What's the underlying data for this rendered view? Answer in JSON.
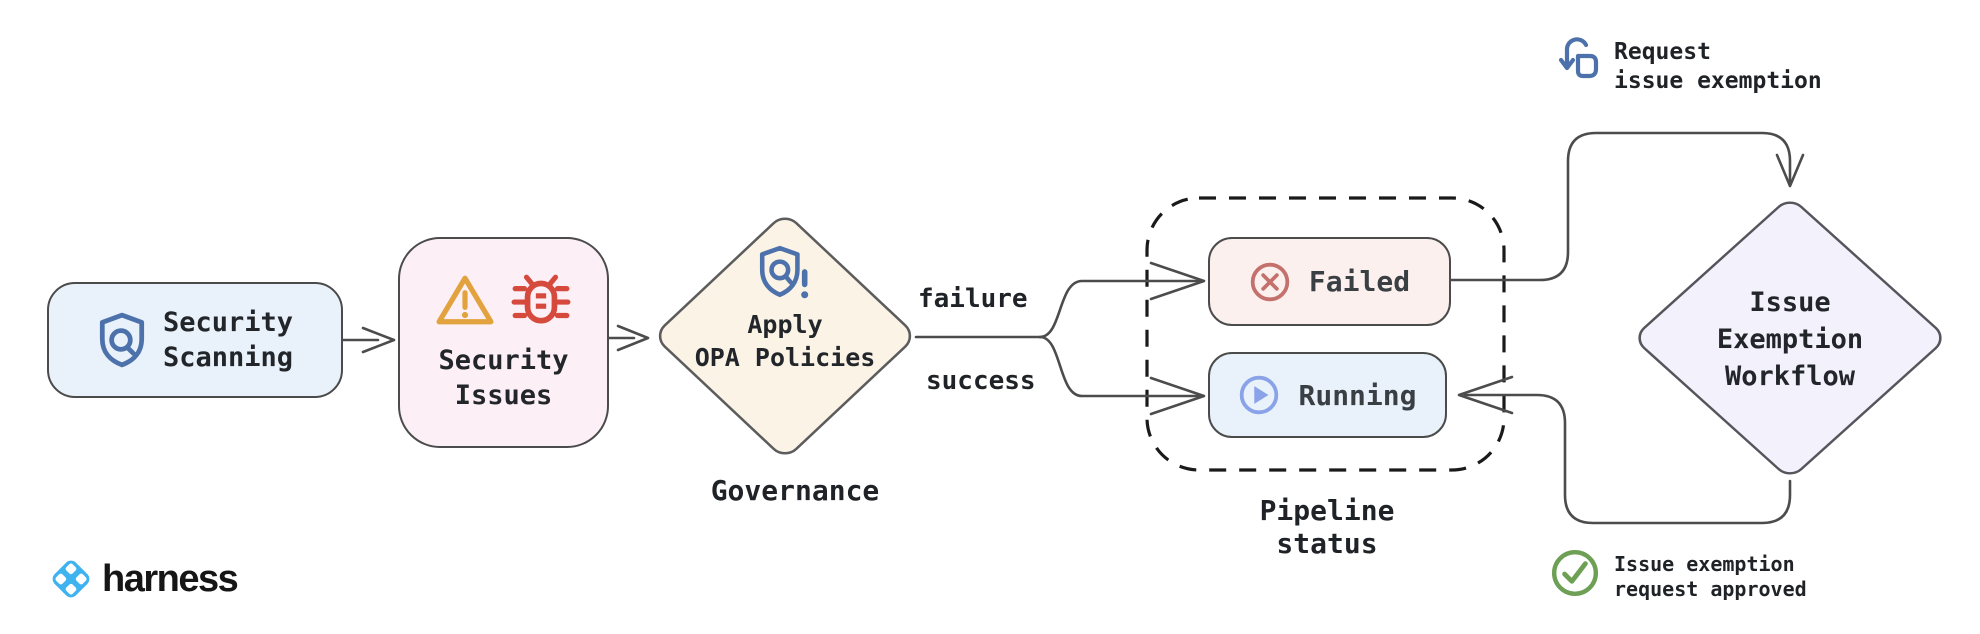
{
  "diagram": {
    "nodes": {
      "security_scanning": {
        "line1": "Security",
        "line2": "Scanning",
        "fill": "#e9f2fa",
        "icon": "shield-search-icon",
        "icon_color": "#4d72ab"
      },
      "security_issues": {
        "line1": "Security",
        "line2": "Issues",
        "fill": "#fcf0f6",
        "icons": [
          "warning-icon",
          "bug-icon"
        ],
        "warning_color": "#e2a23e",
        "bug_color": "#d6493d"
      },
      "apply_opa_policies": {
        "line1": "Apply",
        "line2": "OPA Policies",
        "fill": "#fbf3e6",
        "caption": "Governance",
        "icon": "shield-alert-icon",
        "icon_color": "#4d72ab"
      },
      "failed": {
        "label": "Failed",
        "fill": "#fbf0ed",
        "icon": "x-circle-icon",
        "icon_color": "#c4716d"
      },
      "running": {
        "label": "Running",
        "fill": "#e9f2fb",
        "icon": "play-circle-icon",
        "icon_color": "#8aa2e8"
      },
      "issue_exemption_workflow": {
        "line1": "Issue",
        "line2": "Exemption",
        "line3": "Workflow",
        "fill": "#f3f1fc"
      }
    },
    "groups": {
      "pipeline_status": {
        "label": "Pipeline status"
      }
    },
    "edges": {
      "failure_label": "failure",
      "success_label": "success"
    },
    "annotations": {
      "request_exemption": {
        "line1": "Request",
        "line2": "issue exemption",
        "icon": "tap-icon",
        "icon_color": "#4d72ab"
      },
      "request_approved": {
        "line1": "Issue exemption",
        "line2": "request approved",
        "icon": "check-circle-icon",
        "icon_color": "#6d9f55"
      }
    },
    "colors": {
      "line": "#4c4c4c",
      "border": "#4b4b4b",
      "text": "#22262a",
      "dashed_border": "#1a1a1a"
    }
  },
  "brand": {
    "wordmark": "harness",
    "logo_color": "#3fb2f0"
  }
}
